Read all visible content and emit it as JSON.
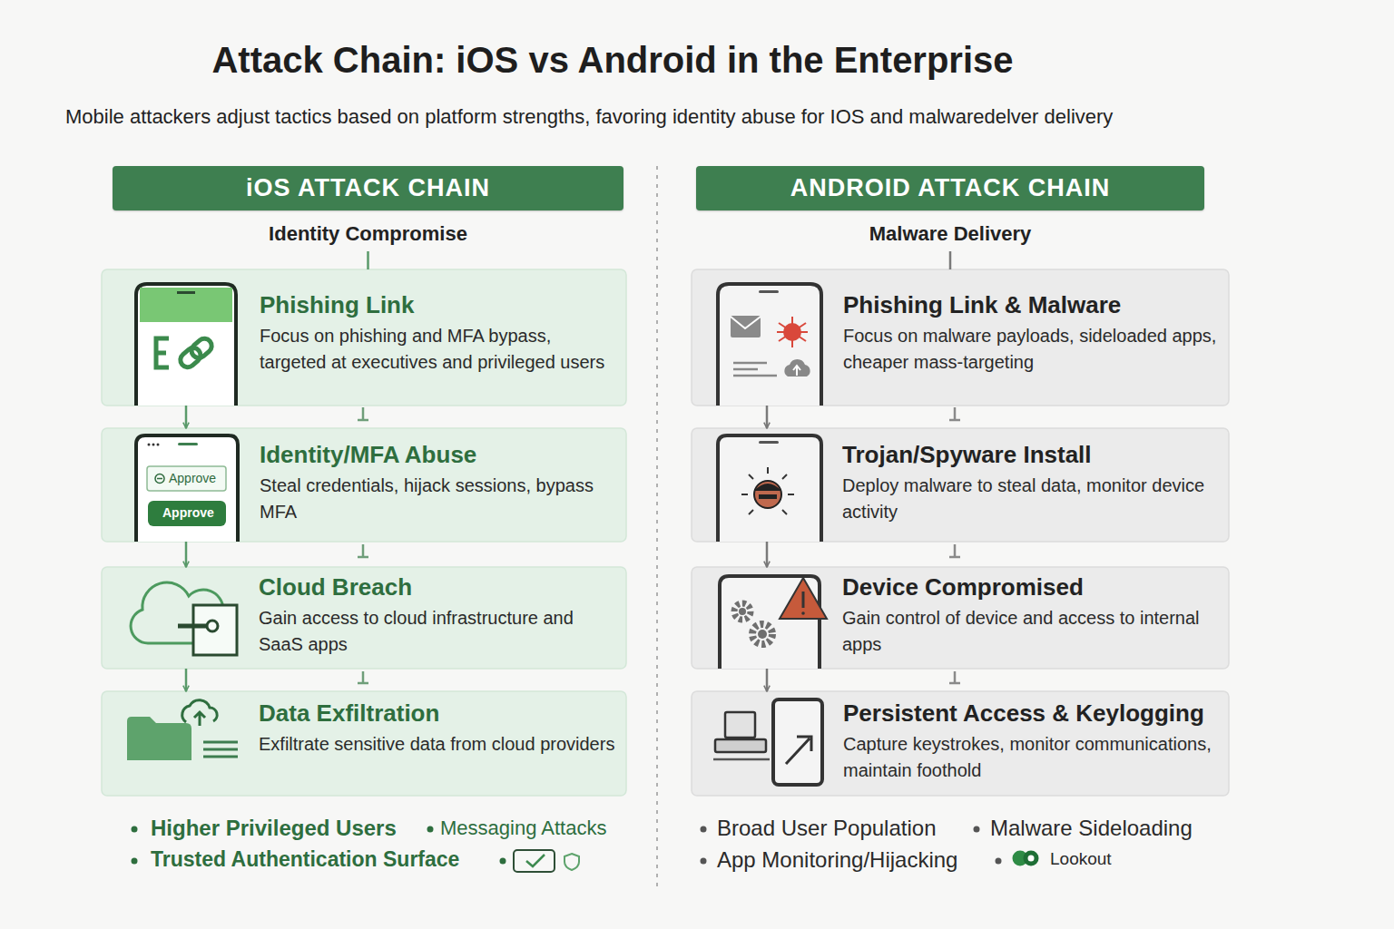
{
  "diagram": {
    "title": "Attack Chain: iOS vs Android in the Enterprise",
    "nodes": [
      {
        "text": [
          "iOS ATTACK CHAIN",
          "Identity Compromise"
        ]
      },
      {
        "text": [
          "Phishing Link",
          "Focus on phishing and MFA bypass, targeted at executives and privileged users"
        ]
      },
      {
        "text": [
          "Identity/MFA Abuse",
          "Steal credentials, hijack sessions, bypass MFA"
        ]
      },
      {
        "text": [
          "Cloud Breach",
          "Gain access to cloud infrastructure and SaaS apps"
        ]
      },
      {
        "text": [
          "Data Exfiltration",
          "Exfiltrate sensitive data from cloud providers"
        ]
      },
      {
        "text": [
          "ANDROID ATTACK CHAIN",
          "Malware Delivery"
        ]
      },
      {
        "text": [
          "Phishing Link & Malware",
          "Focus on malware payloads, sideloaded apps, cheaper mass-targeting"
        ]
      },
      {
        "text": [
          "Trojan/Spyware Install",
          "Deploy malware to steal data, monitor device activity"
        ]
      },
      {
        "text": [
          "Device Compromised",
          "Gain control of device and access to internal apps"
        ]
      },
      {
        "text": [
          "Persistent Access & Keylogging",
          "Capture keystrokes, monitor communications, maintain foothold"
        ]
      }
    ],
    "edges": [
      {
        "from": 0,
        "to": 1,
        "arrow": "none"
      },
      {
        "from": 1,
        "to": 2,
        "arrow": "to"
      },
      {
        "from": 2,
        "to": 3,
        "arrow": "to"
      },
      {
        "from": 3,
        "to": 4,
        "arrow": "to"
      },
      {
        "from": 5,
        "to": 6,
        "arrow": "none"
      },
      {
        "from": 6,
        "to": 7,
        "arrow": "to"
      },
      {
        "from": 7,
        "to": 8,
        "arrow": "to"
      },
      {
        "from": 8,
        "to": 9,
        "arrow": "to"
      }
    ],
    "labels": [
      "Mobile attackers adjust tactics based on platform strengths, favoring identity abuse for IOS and malwaredelver delivery",
      "Approve",
      "Approve",
      "Higher Privileged Users",
      "Messaging Attacks",
      "Trusted Authentication Surface",
      "Broad User Population",
      "Malware Sideloading",
      "App Monitoring/Hijacking",
      "Lookout"
    ]
  }
}
